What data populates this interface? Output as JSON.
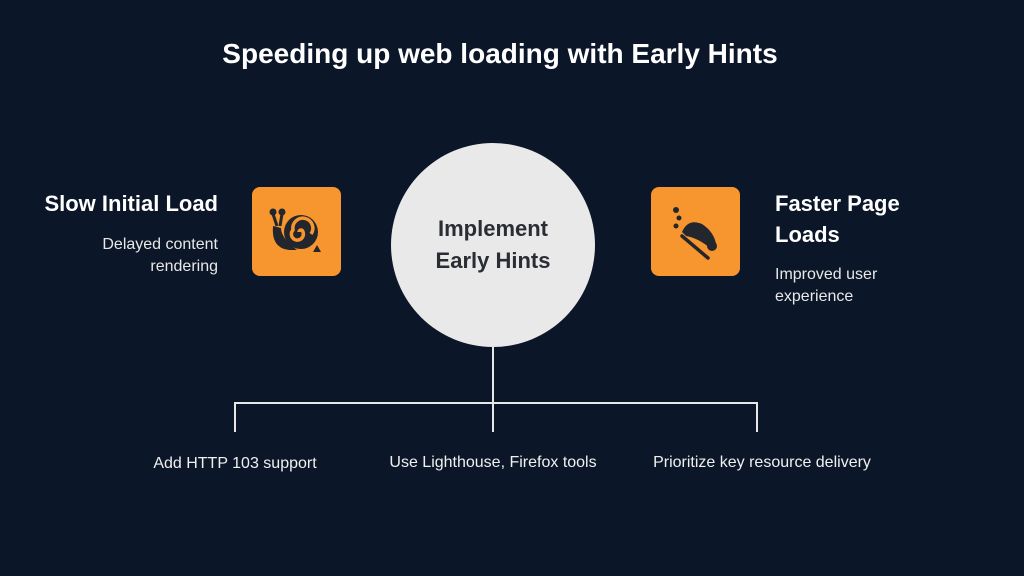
{
  "title": "Speeding up web loading with Early Hints",
  "left": {
    "title": "Slow Initial Load",
    "description": "Delayed content rendering",
    "icon": "snail-icon"
  },
  "center": {
    "label": "Implement Early Hints"
  },
  "right": {
    "title": "Faster Page Loads",
    "description": "Improved user experience",
    "icon": "sledding-icon"
  },
  "branches": [
    {
      "label": "Add HTTP 103 support"
    },
    {
      "label": "Use Lighthouse, Firefox tools"
    },
    {
      "label": "Prioritize key resource delivery"
    }
  ],
  "colors": {
    "background": "#0b1628",
    "accent": "#f7962e",
    "circle": "#e9e9e9"
  }
}
